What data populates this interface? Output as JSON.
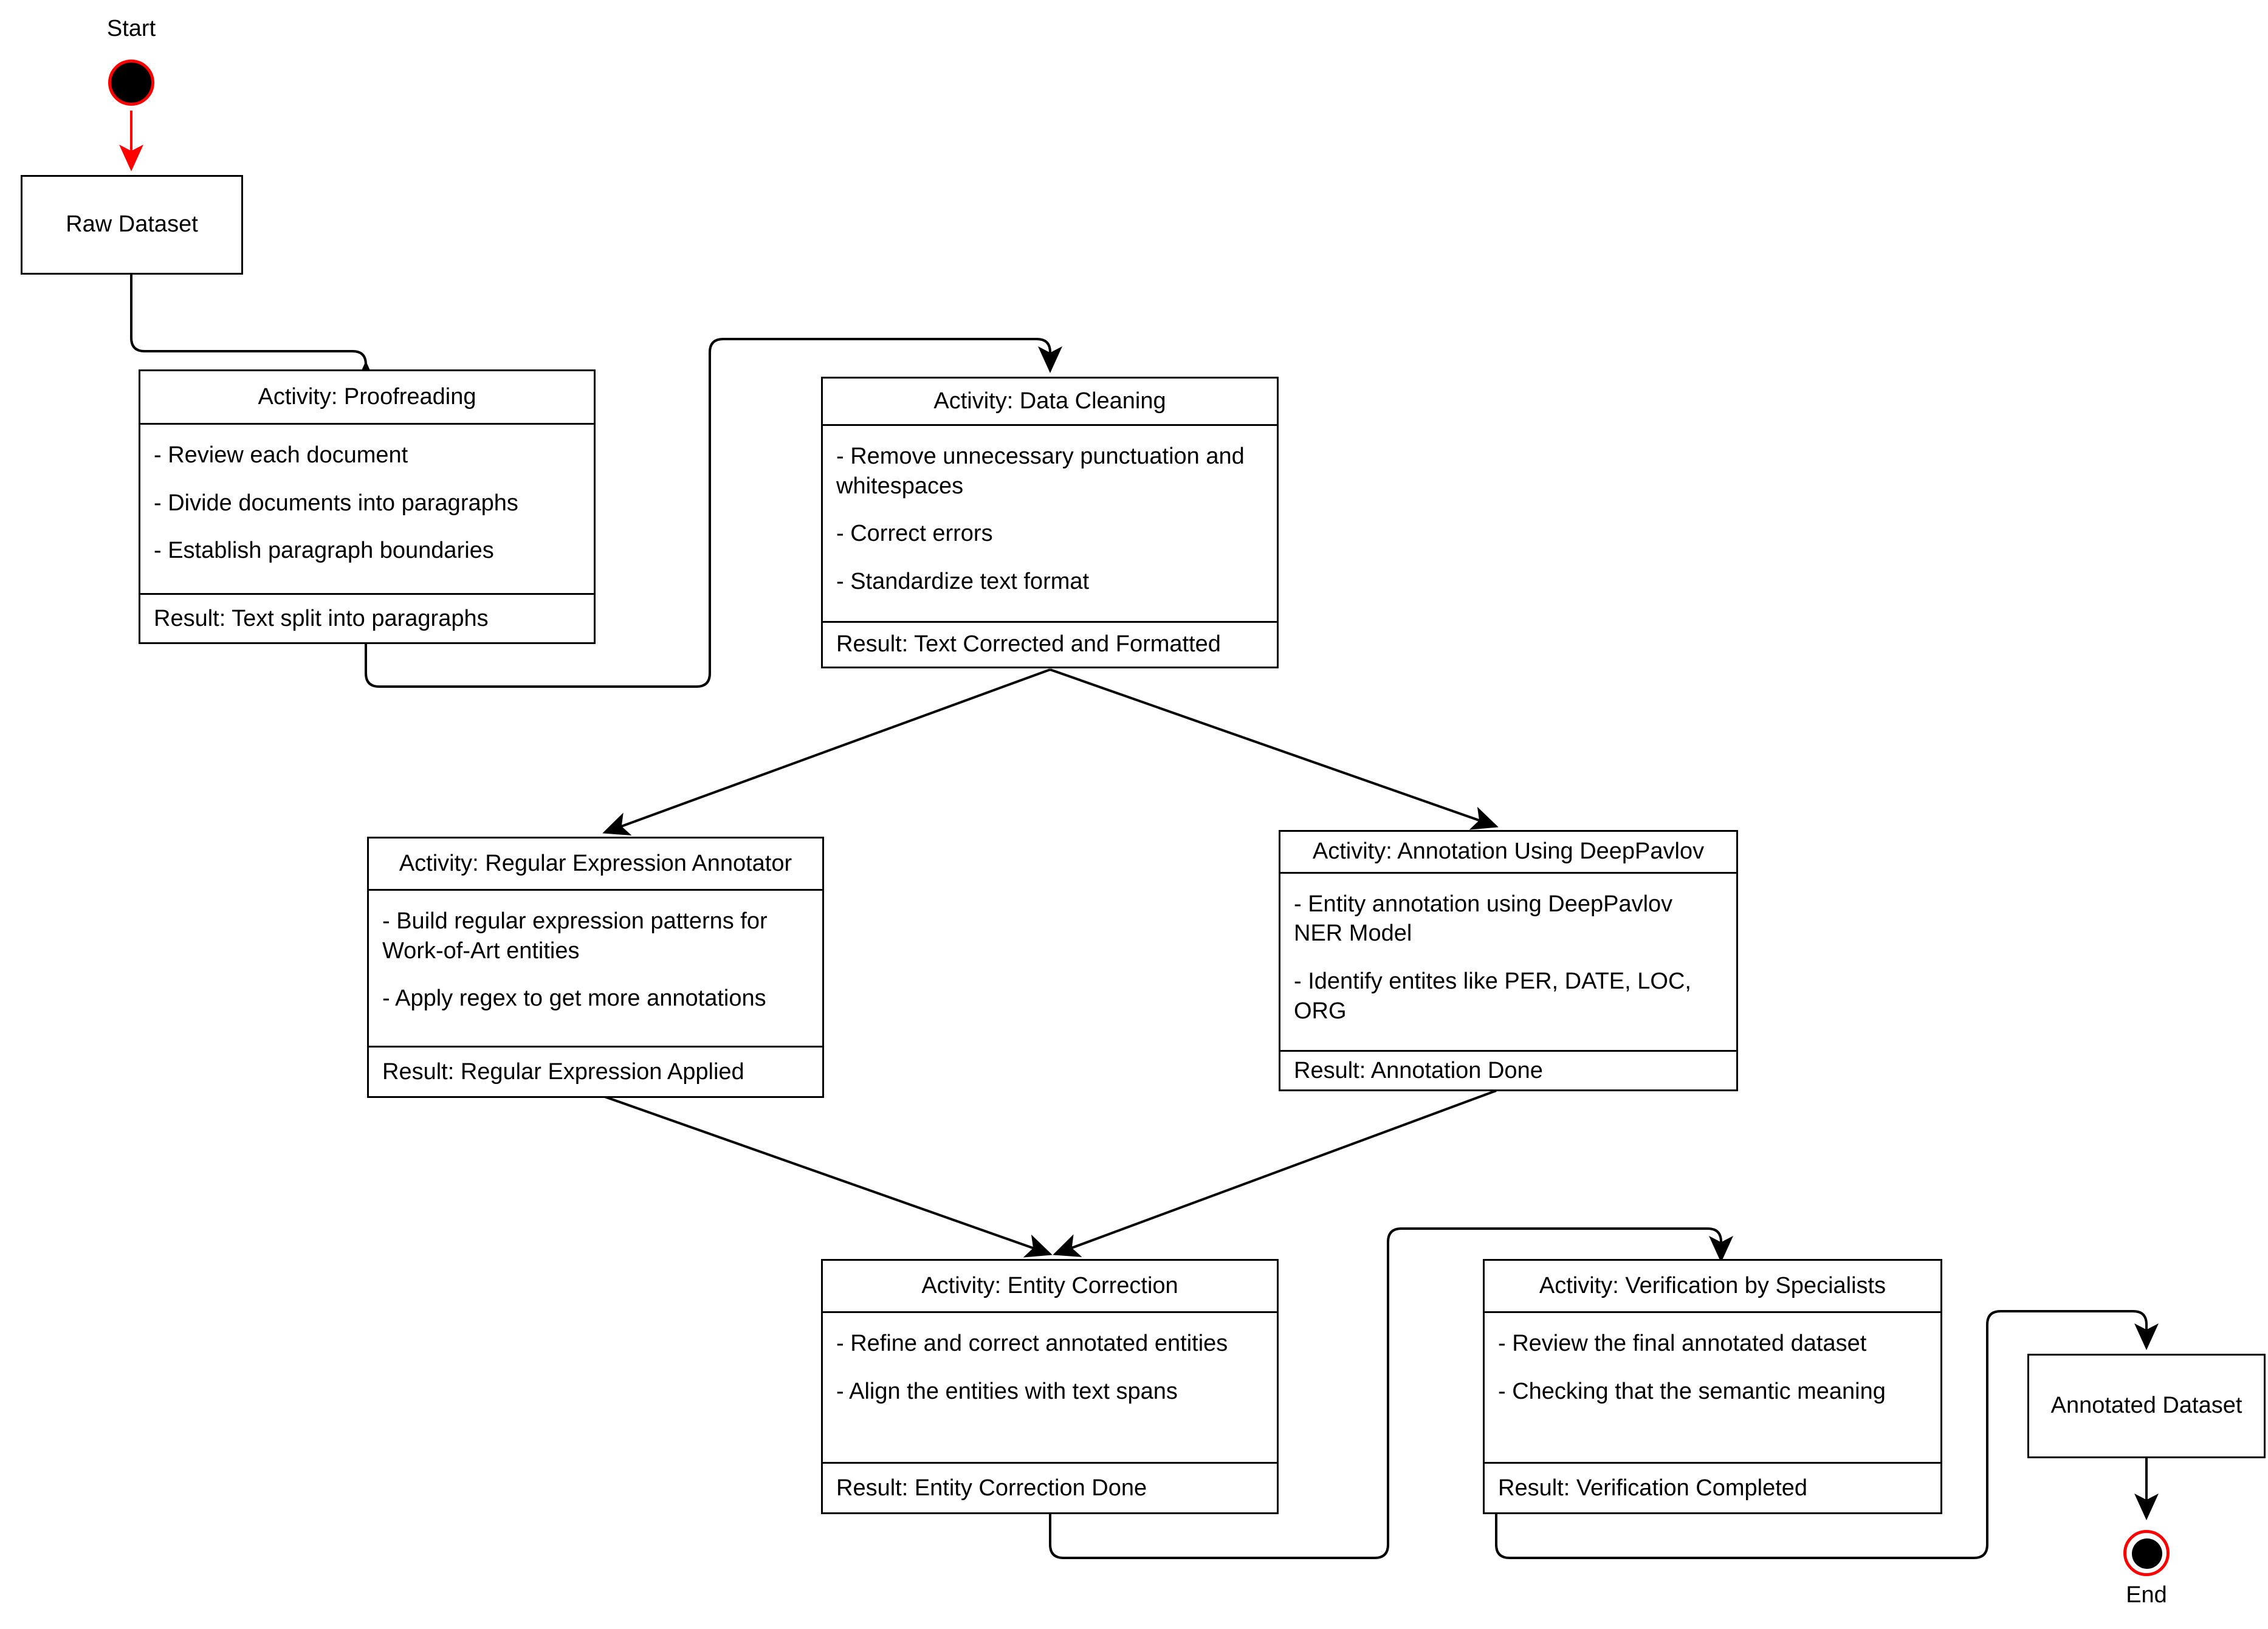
{
  "diagram": {
    "type": "activity-flowchart",
    "title_visible": false,
    "colors": {
      "stroke": "#000000",
      "background": "#ffffff",
      "terminator_accent": "#ff0000",
      "start_edge": "#ff0000",
      "flow_edge": "#000000"
    },
    "terminators": {
      "start": {
        "label": "Start"
      },
      "end": {
        "label": "End"
      }
    },
    "objects": [
      {
        "id": "raw-dataset",
        "label": "Raw Dataset"
      },
      {
        "id": "annotated-dataset",
        "label": "Annotated Dataset"
      }
    ],
    "activities": [
      {
        "id": "proofreading",
        "header": "Activity: Proofreading",
        "bullets": [
          "- Review each document",
          "- Divide documents into paragraphs",
          "- Establish paragraph boundaries"
        ],
        "result": "Result: Text split into paragraphs"
      },
      {
        "id": "data-cleaning",
        "header": "Activity: Data Cleaning",
        "bullets": [
          "- Remove unnecessary punctuation and whitespaces",
          "- Correct errors",
          "- Standardize text format"
        ],
        "result": "Result: Text Corrected and Formatted"
      },
      {
        "id": "regex-annotator",
        "header": "Activity: Regular Expression Annotator",
        "bullets": [
          "- Build regular expression patterns for Work-of-Art entities",
          "- Apply regex to get more annotations"
        ],
        "result": "Result: Regular Expression Applied"
      },
      {
        "id": "deeppavlov-annotation",
        "header": "Activity: Annotation Using DeepPavlov",
        "bullets": [
          "- Entity annotation using DeepPavlov NER Model",
          "- Identify entites like PER, DATE, LOC, ORG"
        ],
        "result": "Result: Annotation Done"
      },
      {
        "id": "entity-correction",
        "header": "Activity: Entity Correction",
        "bullets": [
          "- Refine and correct annotated entities",
          "- Align the entities with text spans"
        ],
        "result": "Result: Entity Correction Done"
      },
      {
        "id": "verification",
        "header": "Activity: Verification by Specialists",
        "bullets": [
          "- Review the final annotated dataset",
          "- Checking that the semantic meaning"
        ],
        "result": "Result: Verification Completed"
      }
    ],
    "edges": [
      {
        "from": "start",
        "to": "raw-dataset",
        "color": "#ff0000"
      },
      {
        "from": "raw-dataset",
        "to": "proofreading",
        "color": "#000000"
      },
      {
        "from": "proofreading",
        "to": "data-cleaning",
        "color": "#000000"
      },
      {
        "from": "data-cleaning",
        "to": "regex-annotator",
        "color": "#000000"
      },
      {
        "from": "data-cleaning",
        "to": "deeppavlov-annotation",
        "color": "#000000"
      },
      {
        "from": "regex-annotator",
        "to": "entity-correction",
        "color": "#000000"
      },
      {
        "from": "deeppavlov-annotation",
        "to": "entity-correction",
        "color": "#000000"
      },
      {
        "from": "entity-correction",
        "to": "verification",
        "color": "#000000"
      },
      {
        "from": "verification",
        "to": "annotated-dataset",
        "color": "#000000"
      },
      {
        "from": "annotated-dataset",
        "to": "end",
        "color": "#000000"
      }
    ]
  }
}
